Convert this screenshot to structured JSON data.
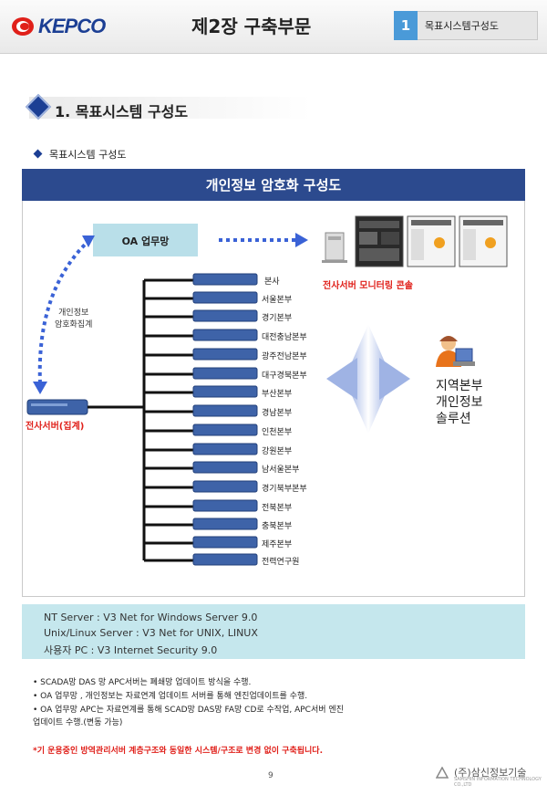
{
  "header": {
    "logo_text": "KEPCO",
    "chapter_title": "제2장 구축부문",
    "tab_number": "1",
    "tab_label": "목표시스템구성도"
  },
  "section": {
    "title": "1. 목표시스템 구성도",
    "subtitle": "목표시스템 구성도"
  },
  "diagram": {
    "title": "개인정보 암호화 구성도",
    "oa_label": "OA 업무망",
    "monitoring_label": "전사서버 모니터링 콘솔",
    "collect_label_1": "개인정보",
    "collect_label_2": "암호화집계",
    "server_label": "전사서버(집계)",
    "region_label_1": "지역본부",
    "region_label_2": "개인정보",
    "region_label_3": "솔루션",
    "branches": [
      "본사",
      "서울본부",
      "경기본부",
      "대전충남본부",
      "광주전남본부",
      "대구경북본부",
      "부산본부",
      "경남본부",
      "인천본부",
      "강원본부",
      "남서울본부",
      "경기북부본부",
      "전북본부",
      "충북본부",
      "제주본부",
      "전력연구원"
    ]
  },
  "info": {
    "line1": "NT Server  : V3 Net for Windows Server 9.0",
    "line2": "Unix/Linux Server :  V3 Net for UNIX, LINUX",
    "line3": "사용자 PC : V3 Internet Security 9.0"
  },
  "bullets": {
    "b1": "• SCADA망 DAS 망 APC서버는 폐쇄망 업데이트 방식을 수행.",
    "b2": "• OA 업무망 , 개인정보는 자료연계 업데이트 서버를 통해 엔진업데이트를 수행.",
    "b3": "• OA 업무망 APC는 자료연계를 통해 SCAD망 DAS망 FA망 CD로 수작업, APC서버 엔진",
    "b3b": "  업데이트 수행.(변동 가능)"
  },
  "note": "*기 운용중인 방역관리서버 계층구조와 동일한 시스템/구조로 변경 없이 구축됩니다.",
  "footer": {
    "page": "9",
    "company": "(주)삼신정보기술",
    "company_sub": "SAMSHIN INFORMATION TECHNOLOGY CO.,LTD"
  },
  "colors": {
    "brand_blue": "#1c3f94",
    "diagram_header": "#2c4a8e",
    "accent_red": "#e0201a",
    "info_bg": "#c5e7ed",
    "oa_box": "#b9dfe9"
  }
}
